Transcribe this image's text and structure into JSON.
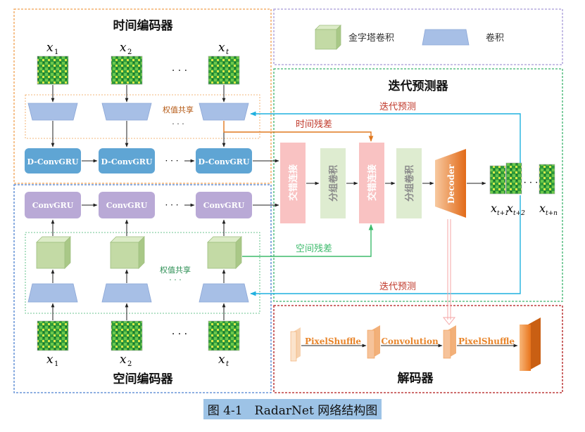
{
  "caption": "图 4-1　RadarNet 网络结构图",
  "temporal_encoder": {
    "title": "时间编码器",
    "weight_share": "权值共享",
    "dgru_label": "D-ConvGRU"
  },
  "spatial_encoder": {
    "title": "空间编码器",
    "weight_share": "权值共享",
    "gru_label": "ConvGRU"
  },
  "inputs": {
    "x_symbol": "x",
    "top_subscripts": [
      "1",
      "2",
      "t"
    ],
    "bottom_subscripts": [
      "1",
      "2",
      "t"
    ]
  },
  "dots": "· · ·",
  "dots_vertical": "· · ·",
  "legend": {
    "pyramid_conv": "金字塔卷积",
    "conv": "卷积"
  },
  "predictor": {
    "title": "迭代预测器",
    "cross_concat": "交错连接",
    "group_conv": "分组卷积",
    "decoder": "Decoder",
    "temporal_residual": "时间残差",
    "spatial_residual": "空间残差",
    "iter_pred": "迭代预测"
  },
  "outputs": {
    "subscripts": [
      "t+1",
      "t+2",
      "t+n"
    ]
  },
  "decoder_section": {
    "title": "解码器",
    "pixelshuffle": "PixelShuffle",
    "convolution": "Convolution"
  },
  "colors": {
    "orange_border": "#f0a050",
    "purple_border": "#a79bd8",
    "green_border": "#3cb46e",
    "blue_border": "#4a7fd0",
    "red_border": "#b01818",
    "dgru_fill": "#5fa5d4",
    "gru_fill": "#b9a9d6",
    "conv_fill": "#a7bfe6",
    "pyramid_fill": "#c3daa5",
    "concat_fill": "#f9c2c2",
    "group_fill": "#deecd0",
    "decoder_fill": "#e7782b",
    "cyan_arrow": "#1fb0df",
    "orange_arrow": "#e0781e",
    "green_arrow": "#3dbb6c",
    "iter_text": "#c0392b"
  }
}
